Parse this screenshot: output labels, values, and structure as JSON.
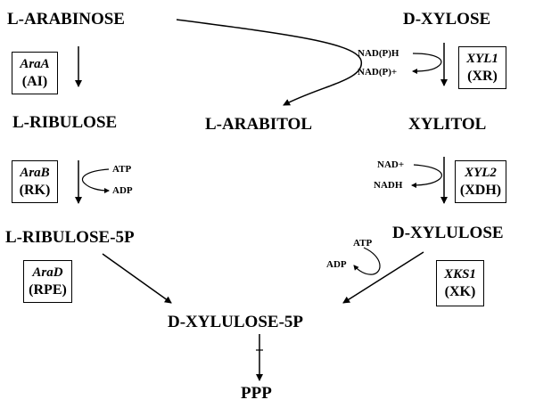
{
  "metabolites": {
    "l_arabinose": "L-ARABINOSE",
    "d_xylose": "D-XYLOSE",
    "l_ribulose": "L-RIBULOSE",
    "l_arabitol": "L-ARABITOL",
    "xylitol": "XYLITOL",
    "l_ribulose_5p": "L-RIBULOSE-5P",
    "d_xylulose": "D-XYLULOSE",
    "d_xylulose_5p": "D-XYLULOSE-5P",
    "ppp": "PPP"
  },
  "enzymes": {
    "araA": {
      "gene": "AraA",
      "enzyme": "(AI)"
    },
    "araB": {
      "gene": "AraB",
      "enzyme": "(RK)"
    },
    "araD": {
      "gene": "AraD",
      "enzyme": "(RPE)"
    },
    "xyl1": {
      "gene": "XYL1",
      "enzyme": "(XR)"
    },
    "xyl2": {
      "gene": "XYL2",
      "enzyme": "(XDH)"
    },
    "xks1": {
      "gene": "XKS1",
      "enzyme": "(XK)"
    }
  },
  "cofactors": {
    "rk_in": "ATP",
    "rk_out": "ADP",
    "xr_in": "NAD(P)H",
    "xr_out": "NAD(P)+",
    "xdh_in": "NAD+",
    "xdh_out": "NADH",
    "xk_in": "ATP",
    "xk_out": "ADP"
  }
}
